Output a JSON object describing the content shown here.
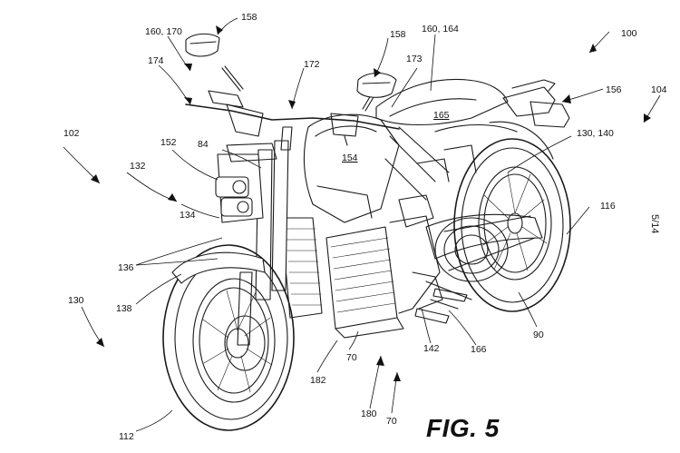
{
  "figure": {
    "title": "FIG. 5",
    "sheet": "5/14"
  },
  "labels": {
    "l158a": "158",
    "l158b": "158",
    "l160_170": "160, 170",
    "l160_164": "160, 164",
    "l100": "100",
    "l174": "174",
    "l172": "172",
    "l173": "173",
    "l156": "156",
    "l104": "104",
    "l165": "165",
    "l102": "102",
    "l152": "152",
    "l84": "84",
    "l154": "154",
    "l130_140": "130, 140",
    "l132": "132",
    "l134": "134",
    "l116": "116",
    "l136": "136",
    "l138": "138",
    "l130": "130",
    "l142": "142",
    "l166": "166",
    "l90": "90",
    "l70a": "70",
    "l182": "182",
    "l180": "180",
    "l70b": "70",
    "l112": "112"
  }
}
